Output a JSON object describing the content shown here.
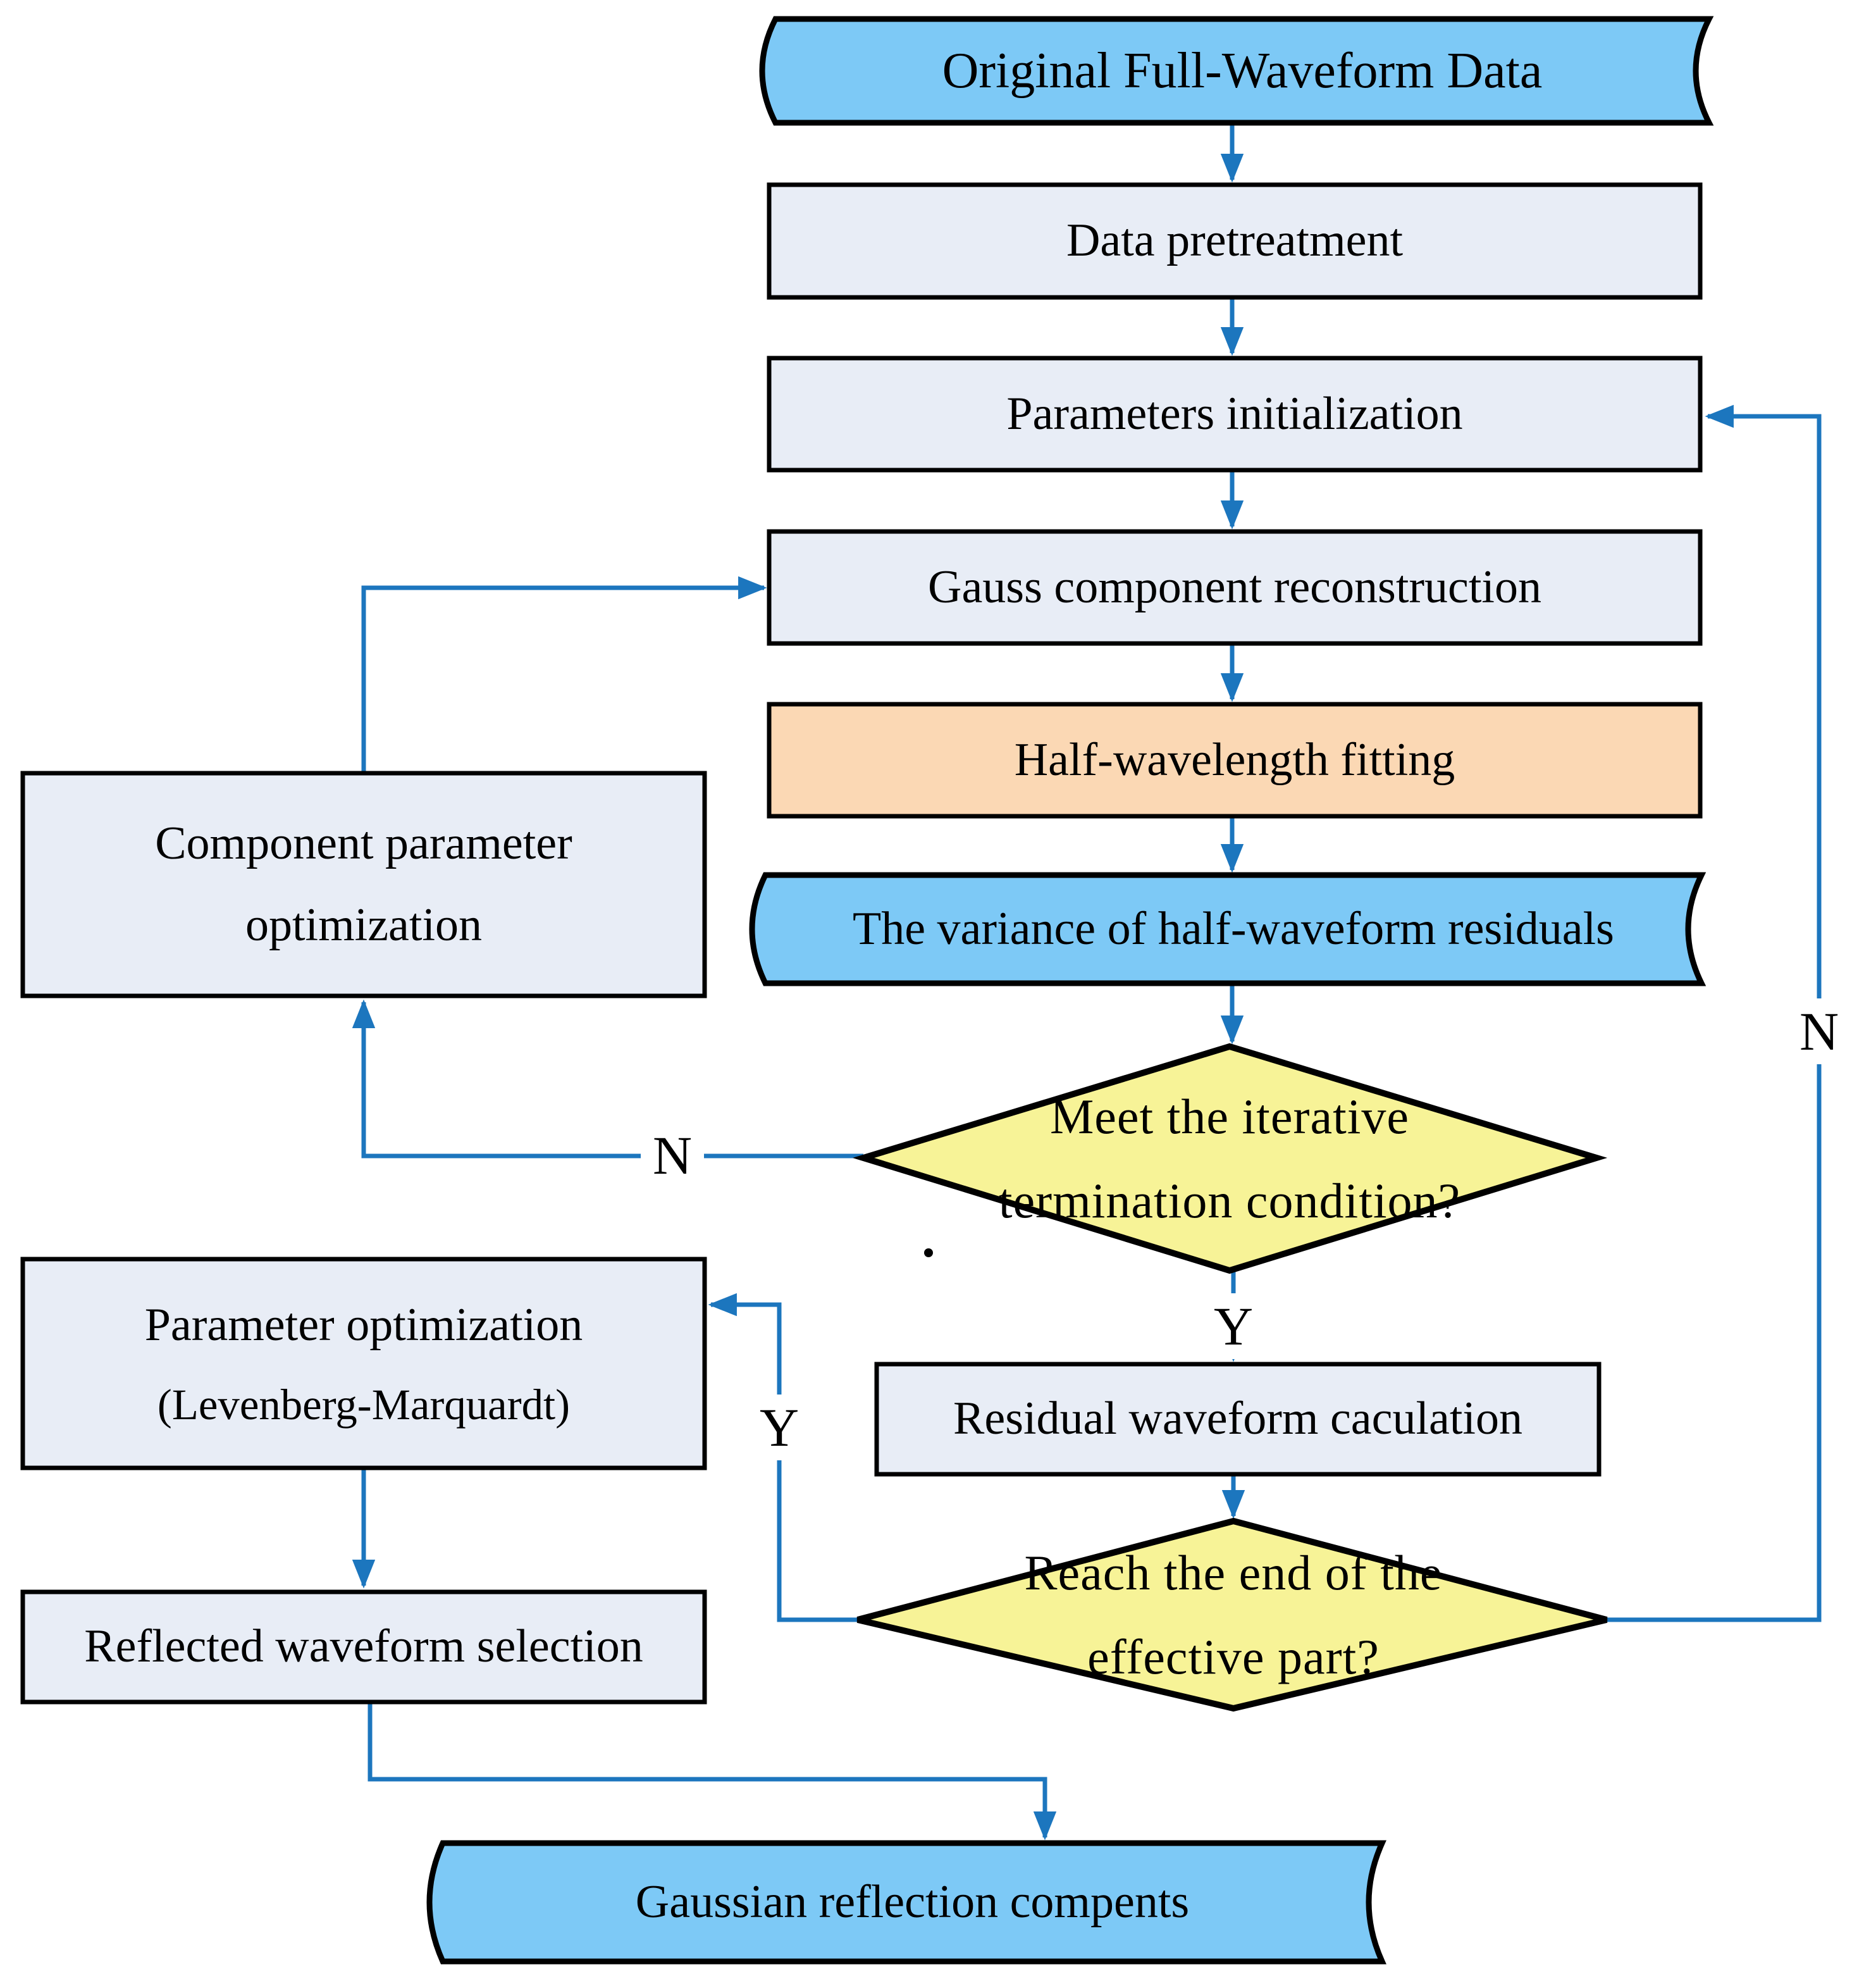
{
  "diagram": {
    "nodes": {
      "original_data": {
        "label": "Original Full-Waveform Data"
      },
      "data_pretreatment": {
        "label": "Data pretreatment"
      },
      "parameters_initialization": {
        "label": "Parameters initialization"
      },
      "gauss_reconstruction": {
        "label": "Gauss component reconstruction"
      },
      "half_wavelength_fitting": {
        "label": "Half-wavelength fitting"
      },
      "variance_residuals": {
        "label": "The variance of half-waveform residuals"
      },
      "iterative_condition": {
        "line1": "Meet the iterative",
        "line2": "termination condition?"
      },
      "component_param_opt": {
        "line1": "Component parameter",
        "line2": "optimization"
      },
      "residual_calc": {
        "label": "Residual waveform caculation"
      },
      "param_opt_lm": {
        "line1": "Parameter optimization",
        "line2": "(Levenberg-Marquardt)"
      },
      "reach_end": {
        "line1": "Reach the end of the",
        "line2": "effective part?"
      },
      "reflected_selection": {
        "label": "Reflected waveform selection"
      },
      "gaussian_components": {
        "label": "Gaussian reflection compents"
      }
    },
    "edge_labels": {
      "no_left": "N",
      "yes_mid": "Y",
      "yes_left": "Y",
      "no_right": "N"
    },
    "colors": {
      "flag_fill": "#7dc9f6",
      "process_fill": "#e8edf6",
      "highlight_fill": "#fbd8b4",
      "decision_fill": "#f7f397",
      "arrow": "#1c76be",
      "border": "#000000"
    }
  }
}
